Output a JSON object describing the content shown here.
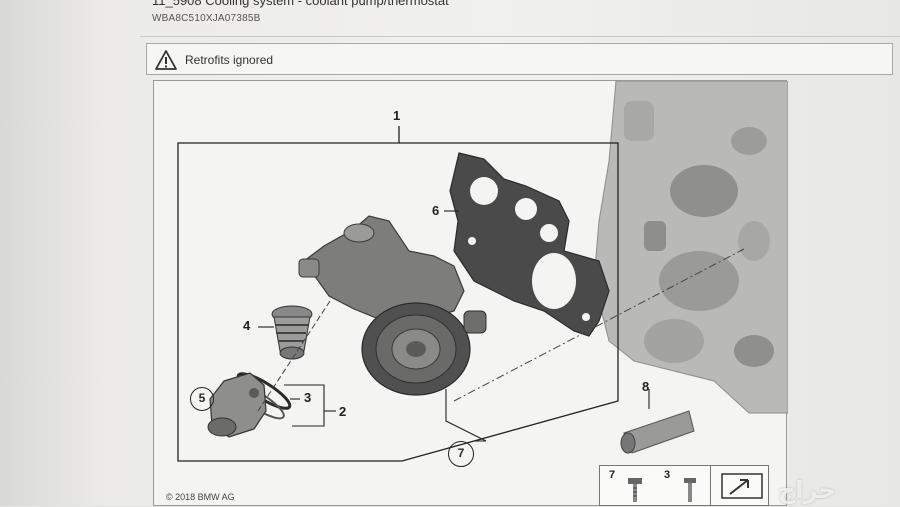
{
  "header": {
    "title": "11_5908 Cooling system - coolant pump/thermostat",
    "vin": "WBA8C510XJA07385B"
  },
  "notice": {
    "icon": "warning-icon",
    "text": "Retrofits ignored"
  },
  "diagram": {
    "callouts": {
      "c1": "1",
      "c2": "2",
      "c3": "3",
      "c4": "4",
      "c5": "5",
      "c6": "6",
      "c7": "7",
      "c8": "8"
    },
    "copyright": "© 2018 BMW AG",
    "legend": {
      "item_a": "7",
      "item_b": "3"
    }
  },
  "watermark": "حراج"
}
